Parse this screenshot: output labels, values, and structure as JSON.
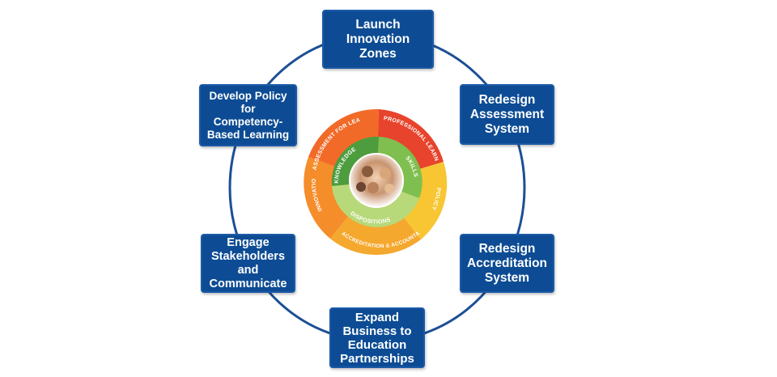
{
  "nodes": {
    "launch": [
      "Launch",
      "Innovation",
      "Zones"
    ],
    "assessment": [
      "Redesign",
      "Assessment",
      "System"
    ],
    "accreditation": [
      "Redesign",
      "Accreditation",
      "System"
    ],
    "expand": [
      "Expand",
      "Business to",
      "Education",
      "Partnerships"
    ],
    "engage": [
      "Engage",
      "Stakeholders",
      "and",
      "Communicate"
    ],
    "policy": [
      "Develop Policy",
      "for",
      "Competency-",
      "Based Learning"
    ]
  },
  "wheel": {
    "outer": {
      "assessment_for_learning": "ASSESSMENT FOR LEARNING",
      "professional_learning_design": "PROFESSIONAL LEARNING DESIGN",
      "policy": "POLICY",
      "accreditation_accountability": "ACCREDITATION & ACCOUNTABILITY",
      "innovation_zone": "INNOVATION ZONE"
    },
    "inner": {
      "knowledge": "KNOWLEDGE",
      "skills": "SKILLS",
      "dispositions": "DISPOSITIONS"
    }
  },
  "colors": {
    "box_fill": "#0d4c94",
    "ring_stroke": "#1c4f95",
    "red": "#e8432c",
    "orange": "#f58d2a",
    "yellow": "#f7c632",
    "yellow_orange": "#f5a82e",
    "green_dark": "#4d9d3f",
    "green_mid": "#7fbf4f",
    "green_light": "#b7d97a"
  }
}
